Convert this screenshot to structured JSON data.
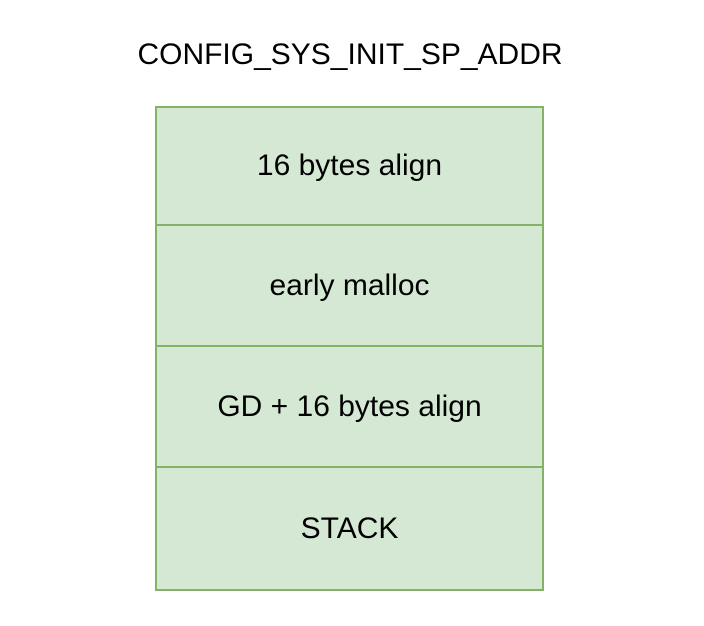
{
  "title": "CONFIG_SYS_INIT_SP_ADDR",
  "colors": {
    "fill": "#d5e8d4",
    "stroke": "#82b366"
  },
  "blocks": [
    {
      "label": "16 bytes align"
    },
    {
      "label": "early malloc"
    },
    {
      "label": "GD + 16 bytes align"
    },
    {
      "label": "STACK"
    }
  ]
}
